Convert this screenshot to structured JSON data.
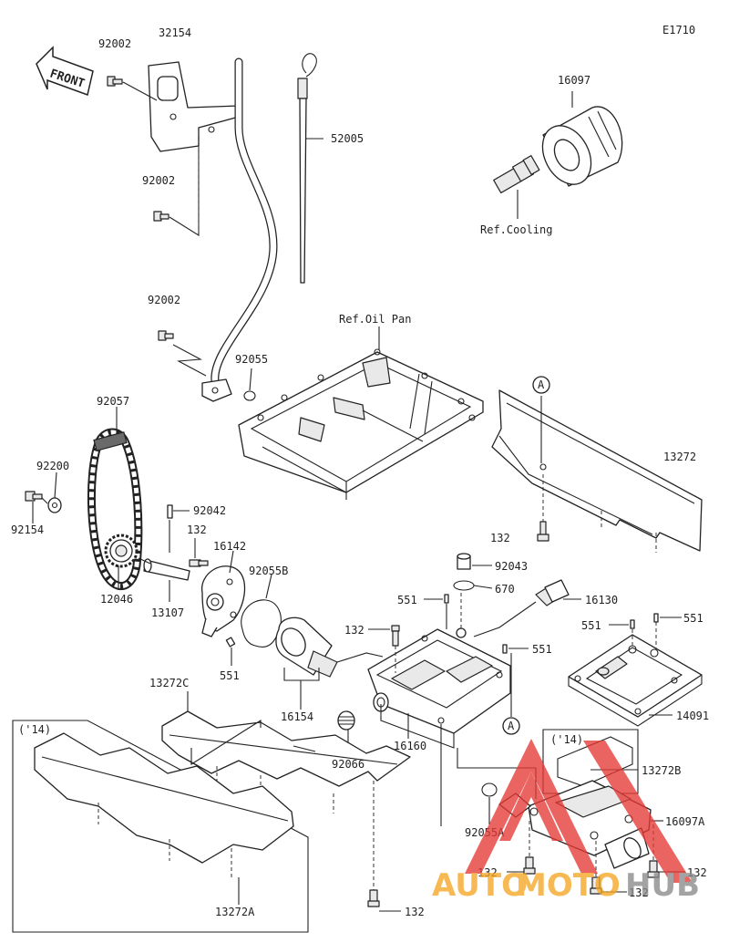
{
  "diagram_code": "E1710",
  "front_label": "FRONT",
  "refs": {
    "cooling": "Ref.Cooling",
    "oil_pan": "Ref.Oil Pan",
    "ref_a_top": "A",
    "ref_a_bottom": "A",
    "year_14_left": "('14)",
    "year_14_right": "('14)"
  },
  "labels": {
    "p92002_a": "92002",
    "p32154": "32154",
    "p92002_b": "92002",
    "p92002_c": "92002",
    "p52005": "52005",
    "p16097": "16097",
    "p92055": "92055",
    "p92057": "92057",
    "p92200": "92200",
    "p92154": "92154",
    "p92042": "92042",
    "p132_a": "132",
    "p16142": "16142",
    "p12046": "12046",
    "p13107": "13107",
    "p92055b": "92055B",
    "p551_a": "551",
    "p13272": "13272",
    "p132_b": "132",
    "p92043": "92043",
    "p670": "670",
    "p551_b": "551",
    "p16130": "16130",
    "p551_c": "551",
    "p551_d": "551",
    "p132_c": "132",
    "p551_e": "551",
    "p14091": "14091",
    "p13272c": "13272C",
    "p16154": "16154",
    "p92066": "92066",
    "p16160": "16160",
    "p13272b": "13272B",
    "p16097a": "16097A",
    "p92055a": "92055A",
    "p132_d": "132",
    "p132_e": "132",
    "p132_f": "132",
    "p132_g": "132",
    "p13272a": "13272A"
  },
  "watermark": {
    "part1": "AUTO",
    "part2": "MOTO",
    "part3": "HUB",
    "color_orange": "#f5a623",
    "color_red": "#e53935",
    "color_gray": "#8a8a8a"
  }
}
